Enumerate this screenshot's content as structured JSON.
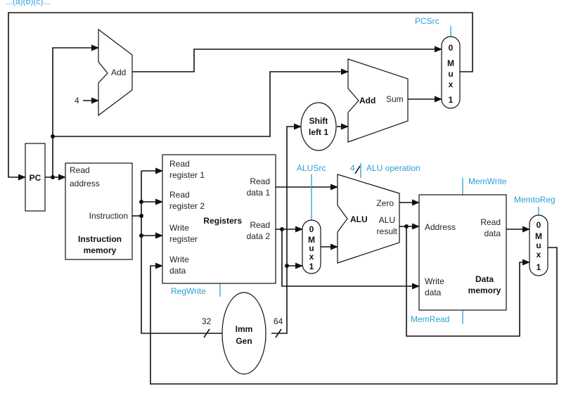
{
  "header": {
    "partial_text": "...(a)(b)(c)..."
  },
  "components": {
    "pc": "PC",
    "add_pc4": "Add",
    "const_four": "4",
    "add_branch": "Add",
    "sum": "Sum",
    "shift_left_line1": "Shift",
    "shift_left_line2": "left 1",
    "instr_mem": {
      "read_address_1": "Read",
      "read_address_2": "address",
      "instruction": "Instruction",
      "title_1": "Instruction",
      "title_2": "memory"
    },
    "registers": {
      "read_reg1_a": "Read",
      "read_reg1_b": "register 1",
      "read_reg2_a": "Read",
      "read_reg2_b": "register 2",
      "write_reg_a": "Write",
      "write_reg_b": "register",
      "write_data_a": "Write",
      "write_data_b": "data",
      "read_data1_a": "Read",
      "read_data1_b": "data 1",
      "read_data2_a": "Read",
      "read_data2_b": "data 2",
      "title": "Registers"
    },
    "alu": {
      "label": "ALU",
      "zero": "Zero",
      "result_a": "ALU",
      "result_b": "result",
      "op_bits": "4"
    },
    "data_mem": {
      "address": "Address",
      "read_data_a": "Read",
      "read_data_b": "data",
      "write_data_a": "Write",
      "write_data_b": "data",
      "title_1": "Data",
      "title_2": "memory"
    },
    "imm_gen": {
      "line1": "Imm",
      "line2": "Gen",
      "in_bits": "32",
      "out_bits": "64"
    },
    "mux_pc": {
      "top": "0",
      "letters": [
        "M",
        "u",
        "x"
      ],
      "bottom": "1"
    },
    "mux_alu": {
      "top": "0",
      "letters": [
        "M",
        "u",
        "x"
      ],
      "bottom": "1"
    },
    "mux_mem": {
      "top": "0",
      "letters": [
        "M",
        "u",
        "x"
      ],
      "bottom": "1"
    }
  },
  "control_signals": {
    "pcsrc": "PCSrc",
    "alusrc": "ALUSrc",
    "alu_operation": "ALU operation",
    "memwrite": "MemWrite",
    "memtoreg": "MemtoReg",
    "regwrite": "RegWrite",
    "memread": "MemRead"
  },
  "colors": {
    "control": "#2a9fd6",
    "wire": "#111111"
  }
}
